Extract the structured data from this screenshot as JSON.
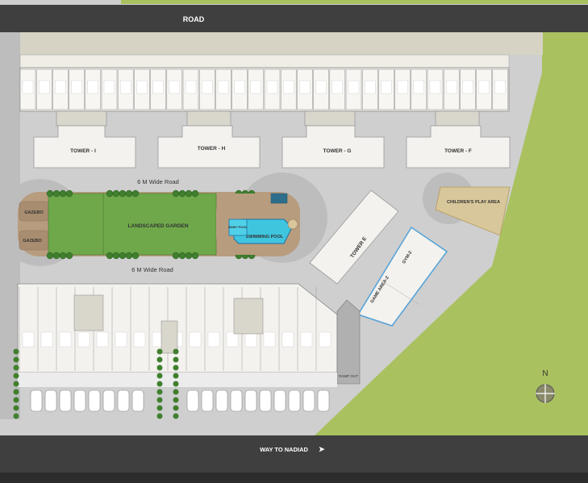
{
  "roads": {
    "top": "ROAD",
    "bottom": "WAY TO NADIAD",
    "middle_upper": "6 M Wide Road",
    "middle_lower": "6 M Wide Road"
  },
  "towers": {
    "i": "TOWER - I",
    "h": "TOWER - H",
    "g": "TOWER - G",
    "f": "TOWER - F",
    "e": "TOWER E"
  },
  "amenities": {
    "gazebo_top": "GAZEBO",
    "gazebo_bottom": "GAZEBO",
    "garden": "LANDSCAPED GARDEN",
    "baby_pool": "BABY POOL",
    "swimming_pool": "SWIMMING POOL",
    "play_area": "CHILDREN'S PLAY AREA",
    "gym": "GYM-2",
    "game_area": "GAME AREA-2",
    "ramp": "RAMP OUT"
  },
  "compass": {
    "north": "N"
  },
  "colors": {
    "road": "#3f3f3f",
    "lawn": "#a9c15f",
    "garden": "#6fa84a",
    "paving": "#b89c7e",
    "pool": "#3fc6de",
    "building": "#f4f2ee",
    "sand": "#d8c79a",
    "highlight": "#58a4d8"
  }
}
